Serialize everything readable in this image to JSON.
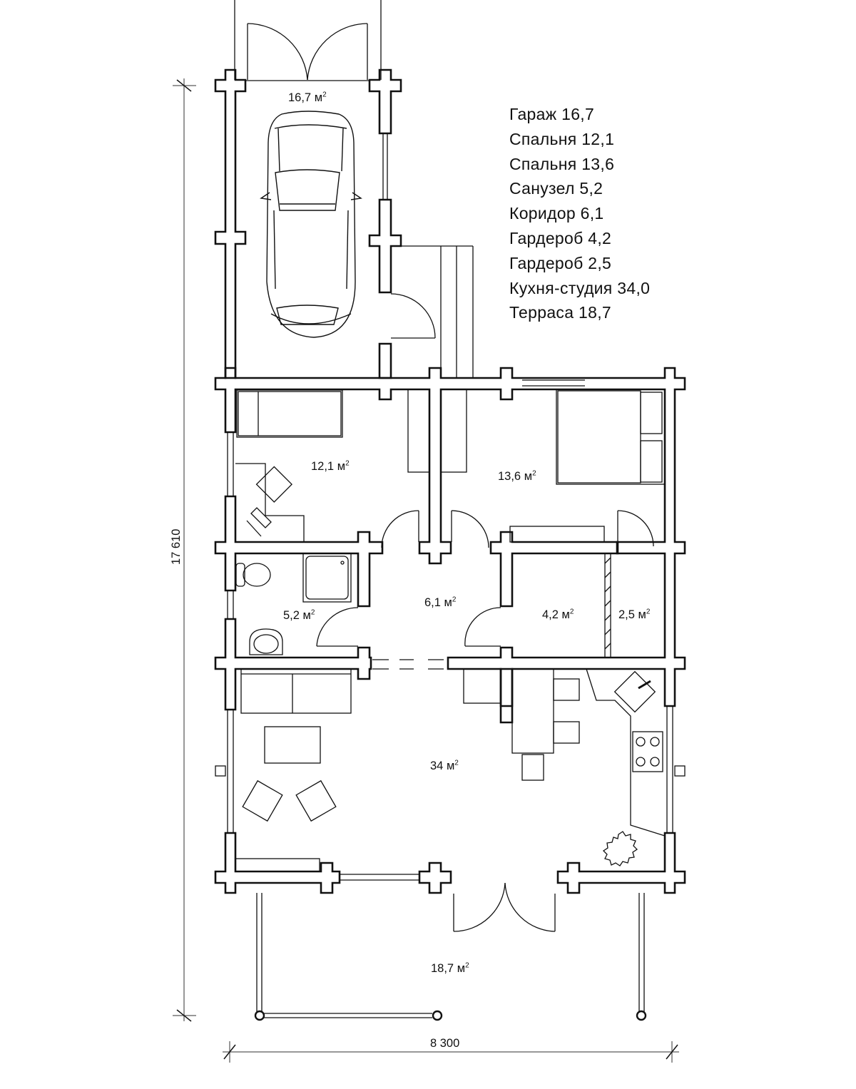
{
  "legend": [
    {
      "room": "Гараж",
      "area": "16,7"
    },
    {
      "room": "Спальня",
      "area": "12,1"
    },
    {
      "room": "Спальня",
      "area": "13,6"
    },
    {
      "room": "Санузел",
      "area": "5,2"
    },
    {
      "room": "Коридор",
      "area": "6,1"
    },
    {
      "room": "Гардероб",
      "area": "4,2"
    },
    {
      "room": "Гардероб",
      "area": "2,5"
    },
    {
      "room": "Кухня-студия",
      "area": "34,0"
    },
    {
      "room": "Терраса",
      "area": "18,7"
    }
  ],
  "legend_text": [
    "Гараж 16,7",
    "Спальня 12,1",
    "Спальня 13,6",
    "Санузел 5,2",
    "Коридор 6,1",
    "Гардероб 4,2",
    "Гардероб 2,5",
    "Кухня-студия 34,0",
    "Терраса 18,7"
  ],
  "room_labels": {
    "garage": "16,7",
    "bedroom_1": "12,1",
    "bedroom_2": "13,6",
    "bathroom": "5,2",
    "corridor": "6,1",
    "wardrobe_1": "4,2",
    "wardrobe_2": "2,5",
    "kitchen_studio": "34",
    "terrace": "18,7"
  },
  "area_unit": "м",
  "area_unit_power": "2",
  "dimensions": {
    "total_length": "17 610",
    "total_width": "8 300"
  },
  "colors": {
    "line": "#111111",
    "background": "#ffffff",
    "dimension_line": "#777777"
  }
}
